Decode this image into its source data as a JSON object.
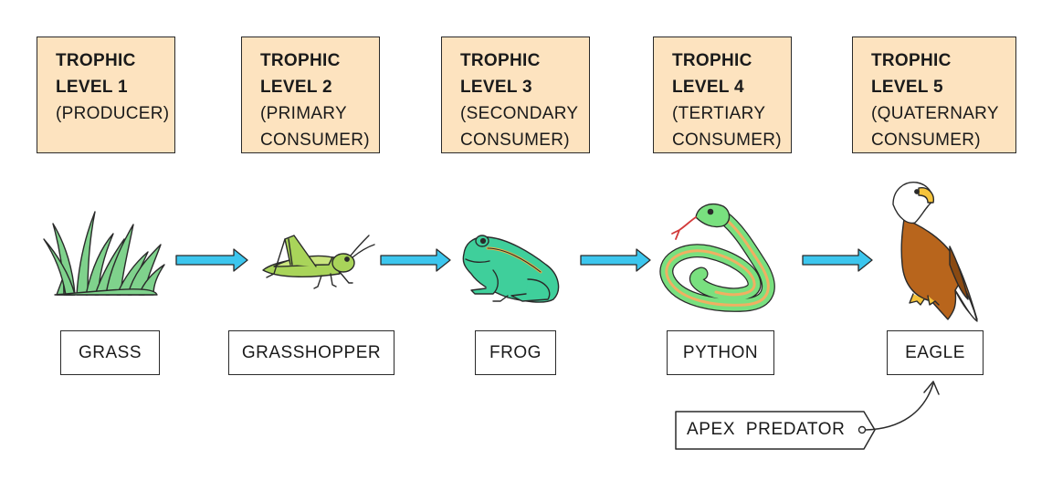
{
  "levels": [
    {
      "line1": "TROPHIC",
      "line2": "LEVEL 1",
      "line3": "(PRODUCER)",
      "line4": ""
    },
    {
      "line1": "TROPHIC",
      "line2": "LEVEL 2",
      "line3": "(PRIMARY",
      "line4": "CONSUMER)"
    },
    {
      "line1": "TROPHIC",
      "line2": "LEVEL 3",
      "line3": "(SECONDARY",
      "line4": "CONSUMER)"
    },
    {
      "line1": "TROPHIC",
      "line2": "LEVEL 4",
      "line3": "(TERTIARY",
      "line4": "CONSUMER)"
    },
    {
      "line1": "TROPHIC",
      "line2": "LEVEL 5",
      "line3": "(QUATERNARY",
      "line4": "CONSUMER)"
    }
  ],
  "organisms": [
    {
      "name": "GRASS",
      "icon": "grass-icon"
    },
    {
      "name": "GRASSHOPPER",
      "icon": "grasshopper-icon"
    },
    {
      "name": "FROG",
      "icon": "frog-icon"
    },
    {
      "name": "PYTHON",
      "icon": "python-icon"
    },
    {
      "name": "EAGLE",
      "icon": "eagle-icon"
    }
  ],
  "apex_label": "APEX  PREDATOR",
  "colors": {
    "level_box": "#fde3bf",
    "arrow": "#3cc6ee",
    "grass": "#7fd28c",
    "grasshopper": "#a9d45a",
    "frog": "#3fcf9b",
    "python": "#79e07f",
    "eagle_body": "#b8651c"
  }
}
